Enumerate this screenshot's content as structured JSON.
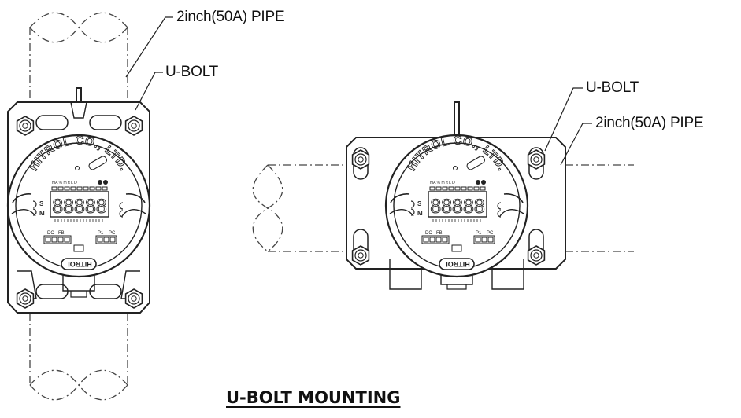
{
  "labels": {
    "left_pipe": "2inch(50A) PIPE",
    "left_ubolt": "U-BOLT",
    "right_ubolt": "U-BOLT",
    "right_pipe": "2inch(50A) PIPE"
  },
  "device": {
    "brand_arc": "HITROL CO., LTD.",
    "units_row": "mA % m ft L D",
    "display_digits": "88888",
    "left_keys": [
      "S",
      "M"
    ],
    "terminal_labels": [
      "DC",
      "FB",
      "P1",
      "PC"
    ],
    "nameplate_logo": "HITROL"
  },
  "title": "U-BOLT MOUNTING",
  "colors": {
    "line": "#222222",
    "background": "#ffffff",
    "led_segment": "#333333"
  }
}
